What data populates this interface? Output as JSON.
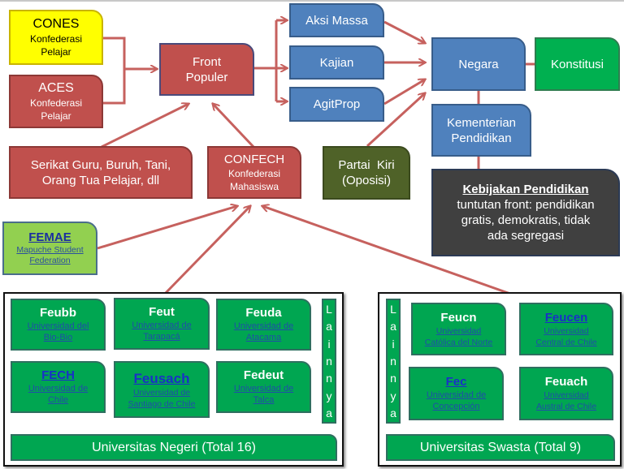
{
  "nodes": {
    "cones": {
      "title": "CONES",
      "subtitle_1": "Konfederasi",
      "subtitle_2": "Pelajar"
    },
    "aces": {
      "title": "ACES",
      "subtitle_1": "Konfederasi",
      "subtitle_2": "Pelajar"
    },
    "front_populer": {
      "line_1": "Front",
      "line_2": "Populer"
    },
    "aksi_massa": {
      "label": "Aksi Massa"
    },
    "kajian": {
      "label": "Kajian"
    },
    "agitprop": {
      "label": "AgitProp"
    },
    "negara": {
      "label": "Negara"
    },
    "konstitusi": {
      "label": "Konstitusi"
    },
    "kementerian": {
      "line_1": "Kementerian",
      "line_2": "Pendidikan"
    },
    "serikat": {
      "line_1": "Serikat Guru, Buruh, Tani,",
      "line_2": "Orang Tua Pelajar, dll"
    },
    "confech": {
      "title": "CONFECH",
      "subtitle_1": "Konfederasi",
      "subtitle_2": "Mahasiswa"
    },
    "partai_kiri": {
      "line_1": "Partai  Kiri",
      "line_2": "(Oposisi)"
    },
    "kebijakan": {
      "title": "Kebijakan Pendidikan",
      "line_1": "tuntutan front: pendidikan",
      "line_2": "gratis, demokratis, tidak",
      "line_3": "ada segregasi"
    },
    "femae": {
      "title": "FEMAE",
      "subtitle_1": "Mapuche Student",
      "subtitle_2": "Federation"
    }
  },
  "public_universities": {
    "items": [
      {
        "fed": "Feubb",
        "uni_1": "Universidad del",
        "uni_2": "Bio-Bio",
        "fed_link": false
      },
      {
        "fed": "Feut",
        "uni_1": "Universidad de",
        "uni_2": "Tarapacá",
        "fed_link": false
      },
      {
        "fed": "Feuda",
        "uni_1": "Universidad de",
        "uni_2": "Atacama",
        "fed_link": false
      },
      {
        "fed": "FECH",
        "uni_1": "Universidad de",
        "uni_2": "Chile",
        "fed_link": true
      },
      {
        "fed": "Feusach",
        "uni_1": "Universidad de",
        "uni_2": "Santiago de Chile",
        "fed_link": true
      },
      {
        "fed": "Fedeut",
        "uni_1": "Universidad de",
        "uni_2": "Talca",
        "fed_link": false
      }
    ],
    "others_letters": [
      "L",
      "a",
      "i",
      "n",
      "n",
      "y",
      "a"
    ],
    "total_label": "Universitas Negeri (Total 16)"
  },
  "private_universities": {
    "items": [
      {
        "fed": "Feucn",
        "uni_1": "Universidad",
        "uni_2": "Católica del Norte",
        "fed_link": false
      },
      {
        "fed": "Feucen",
        "uni_1": "Universidad",
        "uni_2": "Central de Chile",
        "fed_link": true
      },
      {
        "fed": "Fec",
        "uni_1": "Universidad de",
        "uni_2": "Concepción",
        "fed_link": true
      },
      {
        "fed": "Feuach",
        "uni_1": "Universidad",
        "uni_2": "Austral de Chile",
        "fed_link": false
      }
    ],
    "others_letters": [
      "L",
      "a",
      "i",
      "n",
      "n",
      "y",
      "a"
    ],
    "total_label": "Universitas Swasta (Total 9)"
  },
  "colors": {
    "red": "#c0504d",
    "blue": "#4f81bd",
    "green": "#00b050",
    "olive": "#4f6228",
    "dark": "#404040",
    "yellow": "#ffff00",
    "lime": "#92d050",
    "arrow": "#c0504d"
  }
}
